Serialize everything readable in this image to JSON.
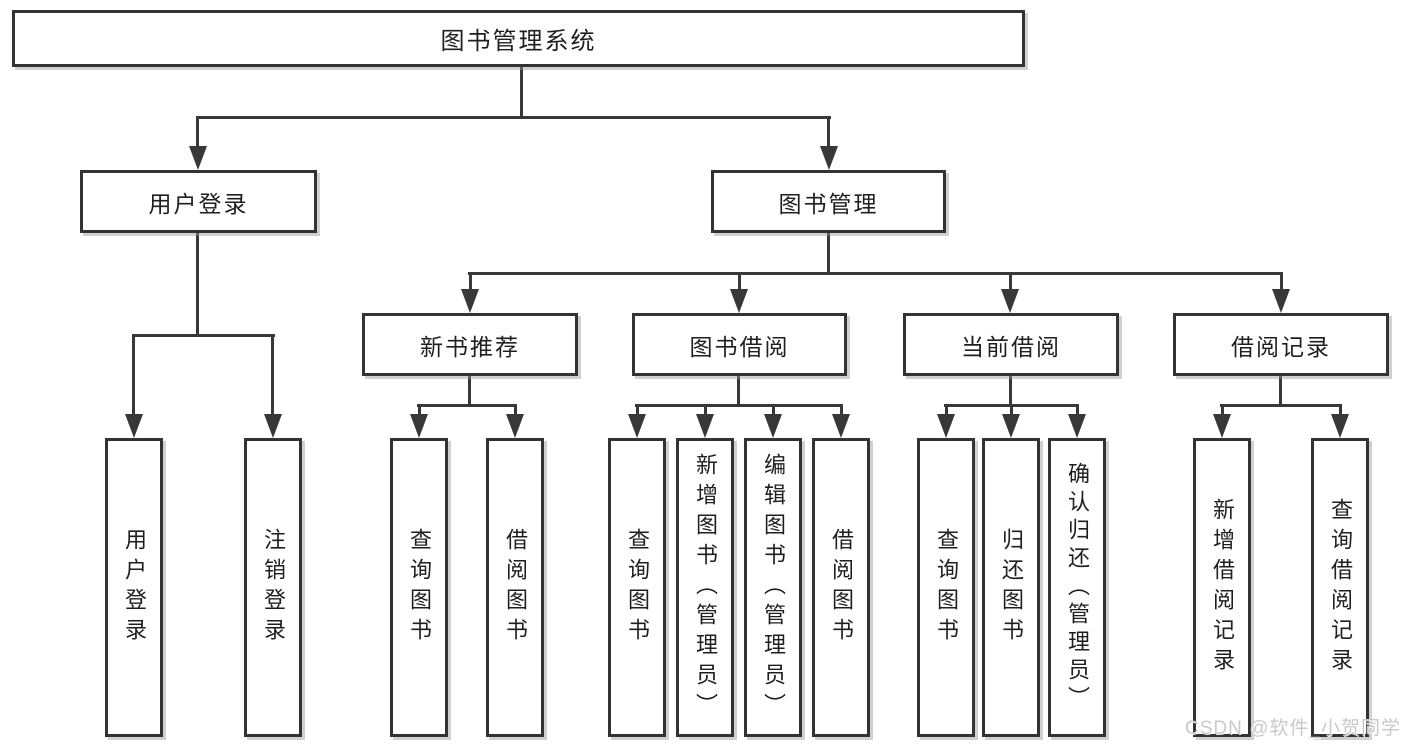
{
  "diagram": {
    "root": {
      "label": "图书管理系统"
    },
    "branches": {
      "login": {
        "label": "用户登录",
        "children": {
          "user_login": {
            "label": "用户登录"
          },
          "logout": {
            "label": "注销登录"
          }
        }
      },
      "manage": {
        "label": "图书管理",
        "children": {
          "recommend": {
            "label": "新书推荐",
            "children": {
              "query": {
                "label": "查询图书"
              },
              "borrow": {
                "label": "借阅图书"
              }
            }
          },
          "borrow": {
            "label": "图书借阅",
            "children": {
              "query": {
                "label": "查询图书"
              },
              "add": {
                "label": "新增图书（管理员）"
              },
              "edit": {
                "label": "编辑图书（管理员）"
              },
              "borrow": {
                "label": "借阅图书"
              }
            }
          },
          "current": {
            "label": "当前借阅",
            "children": {
              "query": {
                "label": "查询图书"
              },
              "return": {
                "label": "归还图书"
              },
              "confirm": {
                "label": "确认归还（管理员）"
              }
            }
          },
          "records": {
            "label": "借阅记录",
            "children": {
              "add": {
                "label": "新增借阅记录"
              },
              "query": {
                "label": "查询借阅记录"
              }
            }
          }
        }
      }
    }
  },
  "watermark": {
    "text": "CSDN @软件_小贺同学"
  },
  "colors": {
    "line": "#383838",
    "box_border": "#333333",
    "text": "#1f1f1f",
    "background": "#ffffff",
    "watermark": "#c9c9c9"
  }
}
